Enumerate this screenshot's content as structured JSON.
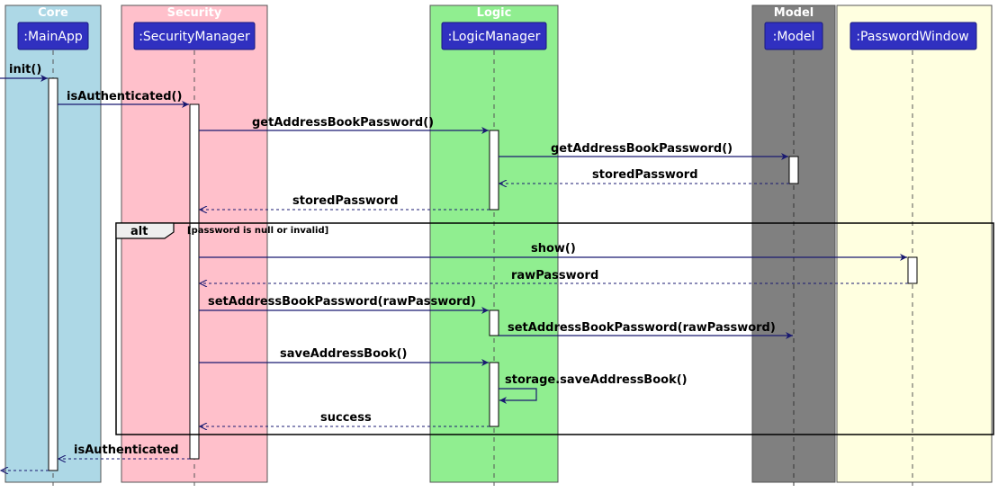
{
  "boxes": [
    {
      "title": "Core",
      "color": "#ADD8E6"
    },
    {
      "title": "Security",
      "color": "#FFC0CB"
    },
    {
      "title": "Logic",
      "color": "#90EE90"
    },
    {
      "title": "Model",
      "color": "#808080"
    },
    {
      "title": "",
      "color": "#FFFFE0"
    }
  ],
  "participants": [
    ":MainApp",
    ":SecurityManager",
    ":LogicManager",
    ":Model",
    ":PasswordWindow"
  ],
  "participant_color": "#3030C0",
  "arrow_color": "#191970",
  "messages": [
    {
      "id": "init",
      "label": "init()",
      "from": "external",
      "to": ":MainApp",
      "style": "solid"
    },
    {
      "id": "is-authenticated-call",
      "label": "isAuthenticated()",
      "from": ":MainApp",
      "to": ":SecurityManager",
      "style": "solid"
    },
    {
      "id": "get-password-logic",
      "label": "getAddressBookPassword()",
      "from": ":SecurityManager",
      "to": ":LogicManager",
      "style": "solid"
    },
    {
      "id": "get-password-model",
      "label": "getAddressBookPassword()",
      "from": ":LogicManager",
      "to": ":Model",
      "style": "solid"
    },
    {
      "id": "stored-password-model",
      "label": "storedPassword",
      "from": ":Model",
      "to": ":LogicManager",
      "style": "dashed"
    },
    {
      "id": "stored-password-logic",
      "label": "storedPassword",
      "from": ":LogicManager",
      "to": ":SecurityManager",
      "style": "dashed"
    },
    {
      "id": "show",
      "label": "show()",
      "from": ":SecurityManager",
      "to": ":PasswordWindow",
      "style": "solid"
    },
    {
      "id": "raw-password",
      "label": "rawPassword",
      "from": ":PasswordWindow",
      "to": ":SecurityManager",
      "style": "dashed"
    },
    {
      "id": "set-password-logic",
      "label": "setAddressBookPassword(rawPassword)",
      "from": ":SecurityManager",
      "to": ":LogicManager",
      "style": "solid"
    },
    {
      "id": "set-password-model",
      "label": "setAddressBookPassword(rawPassword)",
      "from": ":LogicManager",
      "to": ":Model",
      "style": "solid"
    },
    {
      "id": "save-address-book",
      "label": "saveAddressBook()",
      "from": ":SecurityManager",
      "to": ":LogicManager",
      "style": "solid"
    },
    {
      "id": "storage-save",
      "label": "storage.saveAddressBook()",
      "from": ":LogicManager",
      "to": ":LogicManager",
      "style": "solid"
    },
    {
      "id": "success",
      "label": "success",
      "from": ":LogicManager",
      "to": ":SecurityManager",
      "style": "dashed"
    },
    {
      "id": "is-authenticated-return",
      "label": "isAuthenticated",
      "from": ":SecurityManager",
      "to": ":MainApp",
      "style": "dashed"
    },
    {
      "id": "final-return",
      "label": "",
      "from": ":MainApp",
      "to": "external",
      "style": "dashed"
    }
  ],
  "alt_fragment": {
    "keyword": "alt",
    "guard": "[password is null or invalid]"
  }
}
